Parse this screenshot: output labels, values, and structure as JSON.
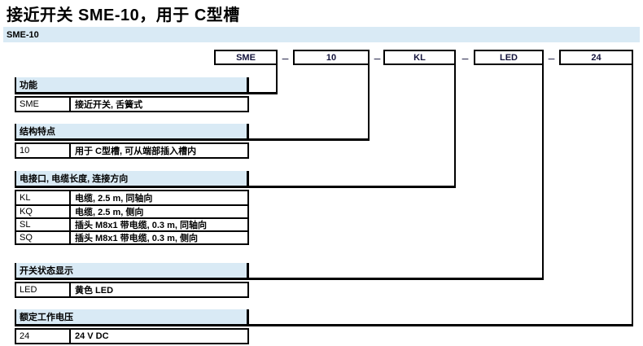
{
  "page": {
    "title": "接近开关 SME-10，用于 C型槽",
    "series_label": "SME-10"
  },
  "code_row": {
    "separator": "–",
    "codes": [
      "SME",
      "10",
      "KL",
      "LED",
      "24"
    ]
  },
  "sections": [
    {
      "header": "功能",
      "rows": [
        {
          "code": "SME",
          "desc": "接近开关, 舌簧式"
        }
      ]
    },
    {
      "header": "结构特点",
      "rows": [
        {
          "code": "10",
          "desc": "用于 C型槽, 可从端部插入槽内"
        }
      ]
    },
    {
      "header": "电接口, 电缆长度, 连接方向",
      "rows": [
        {
          "code": "KL",
          "desc": "电缆, 2.5 m, 同轴向"
        },
        {
          "code": "KQ",
          "desc": "电缆, 2.5 m, 侧向"
        },
        {
          "code": "SL",
          "desc": "插头 M8x1 带电缆, 0.3 m, 同轴向"
        },
        {
          "code": "SQ",
          "desc": "插头 M8x1 带电缆, 0.3 m, 侧向"
        }
      ]
    },
    {
      "header": "开关状态显示",
      "rows": [
        {
          "code": "LED",
          "desc": "黄色 LED"
        }
      ]
    },
    {
      "header": "额定工作电压",
      "rows": [
        {
          "code": "24",
          "desc": "24 V DC"
        }
      ]
    }
  ],
  "colors": {
    "accent_bar": "#d9eaf5",
    "line": "#000000",
    "text": "#000000"
  }
}
